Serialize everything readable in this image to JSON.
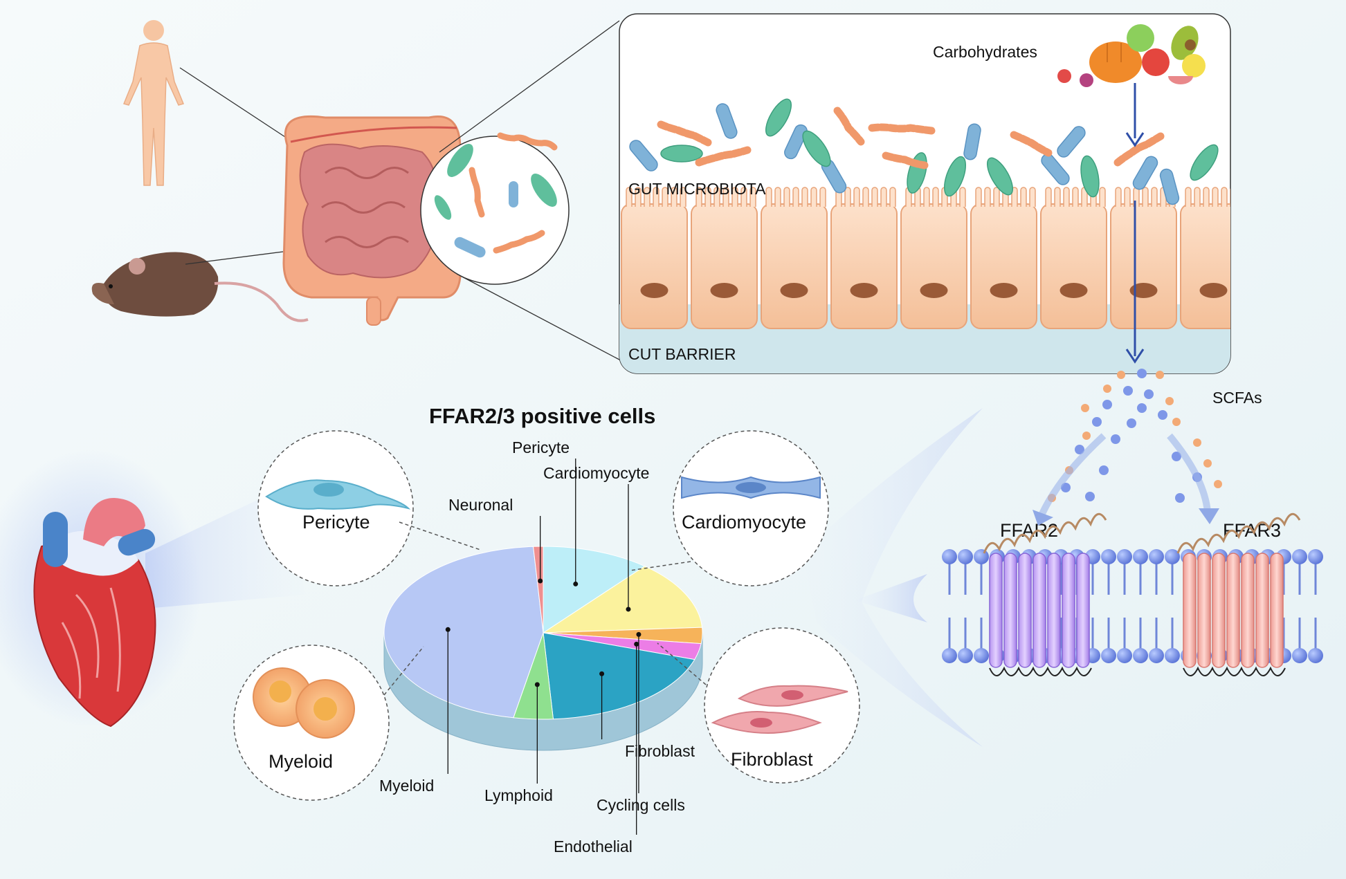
{
  "gut_panel": {
    "carbohydrates_label": "Carbohydrates",
    "microbiota_label": "GUT MICROBIOTA",
    "barrier_label": "CUT BARRIER"
  },
  "scfa": {
    "label": "SCFAs",
    "receptor_left": "FFAR2",
    "receptor_right": "FFAR3"
  },
  "pie": {
    "title": "FFAR2/3 positive cells",
    "slices": [
      {
        "label": "Pericyte",
        "value": 11,
        "color": "#bdeef8"
      },
      {
        "label": "Cardiomyocyte",
        "value": 13,
        "color": "#fbf29d"
      },
      {
        "label": "Cycling cells",
        "value": 3,
        "color": "#f6b35a"
      },
      {
        "label": "Endothelial",
        "value": 3,
        "color": "#ec7de6"
      },
      {
        "label": "Fibroblast",
        "value": 19,
        "color": "#2ba3c4"
      },
      {
        "label": "Lymphoid",
        "value": 4,
        "color": "#8fe08f"
      },
      {
        "label": "Myeloid",
        "value": 46,
        "color": "#b7c8f5"
      },
      {
        "label": "Neuronal",
        "value": 1,
        "color": "#ef8f8f"
      }
    ]
  },
  "callouts": {
    "pericyte": "Pericyte",
    "cardiomyocyte": "Cardiomyocyte",
    "myeloid": "Myeloid",
    "fibroblast": "Fibroblast"
  }
}
